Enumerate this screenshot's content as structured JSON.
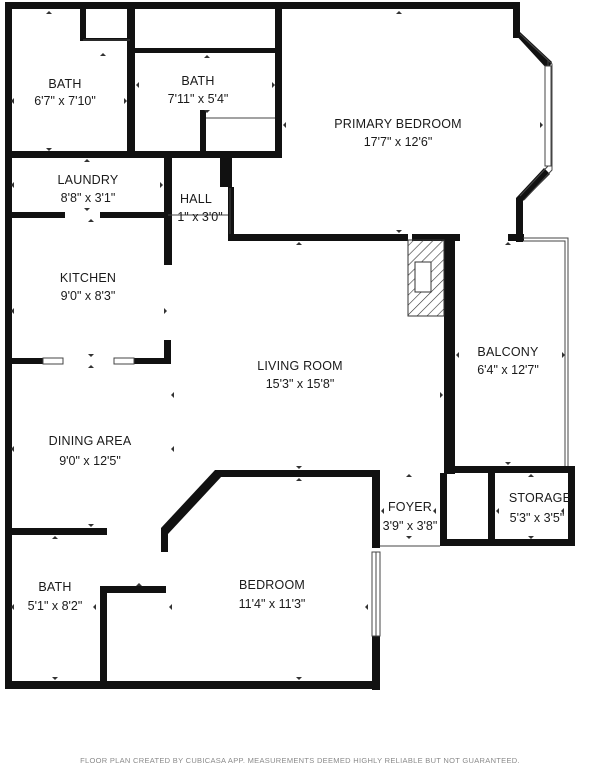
{
  "plan": {
    "colors": {
      "wall": "#111111",
      "background": "#ffffff",
      "tick": "#333333",
      "hatch": "#333333"
    },
    "rooms": [
      {
        "id": "bath-1",
        "name": "BATH",
        "dims": "6'7\" x 7'10\""
      },
      {
        "id": "bath-2",
        "name": "BATH",
        "dims": "7'11\" x 5'4\""
      },
      {
        "id": "primary-bedroom",
        "name": "PRIMARY BEDROOM",
        "dims": "17'7\" x 12'6\""
      },
      {
        "id": "laundry",
        "name": "LAUNDRY",
        "dims": "8'8\" x 3'1\""
      },
      {
        "id": "hall",
        "name": "HALL",
        "dims": "1\" x 3'0\""
      },
      {
        "id": "kitchen",
        "name": "KITCHEN",
        "dims": "9'0\" x 8'3\""
      },
      {
        "id": "living-room",
        "name": "LIVING ROOM",
        "dims": "15'3\" x 15'8\""
      },
      {
        "id": "balcony",
        "name": "BALCONY",
        "dims": "6'4\" x 12'7\""
      },
      {
        "id": "dining-area",
        "name": "DINING AREA",
        "dims": "9'0\" x 12'5\""
      },
      {
        "id": "foyer",
        "name": "FOYER",
        "dims": "3'9\" x 3'8\""
      },
      {
        "id": "storage",
        "name": "STORAGE",
        "dims": "5'3\" x 3'5\""
      },
      {
        "id": "bath-3",
        "name": "BATH",
        "dims": "5'1\" x 8'2\""
      },
      {
        "id": "bedroom",
        "name": "BEDROOM",
        "dims": "11'4\" x 11'3\""
      }
    ]
  },
  "footer": {
    "text": "FLOOR PLAN CREATED BY CUBICASA APP. MEASUREMENTS DEEMED HIGHLY RELIABLE BUT NOT GUARANTEED."
  }
}
